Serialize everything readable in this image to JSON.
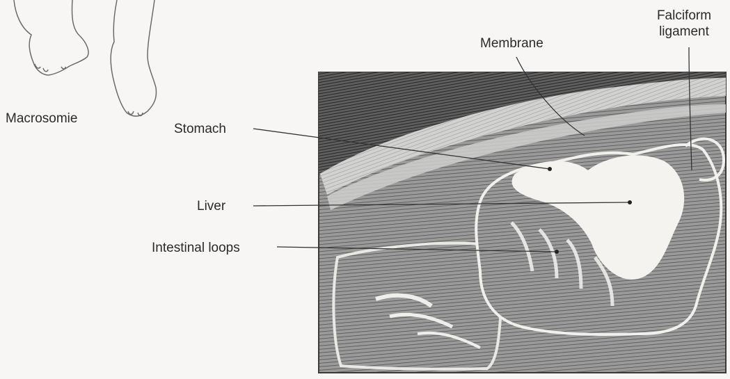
{
  "figure": {
    "labels": {
      "macrosomie": "Macrosomie",
      "stomach": "Stomach",
      "liver": "Liver",
      "intestinal_loops": "Intestinal loops",
      "membrane": "Membrane",
      "falciform_line1": "Falciform",
      "falciform_line2": "ligament"
    },
    "colors": {
      "background": "#f7f6f4",
      "pencil_dark": "#2b2b2b",
      "pencil_mid": "#6a6a6a",
      "pencil_light": "#bdbdbd",
      "organ_fill": "#f2f1ee"
    }
  }
}
